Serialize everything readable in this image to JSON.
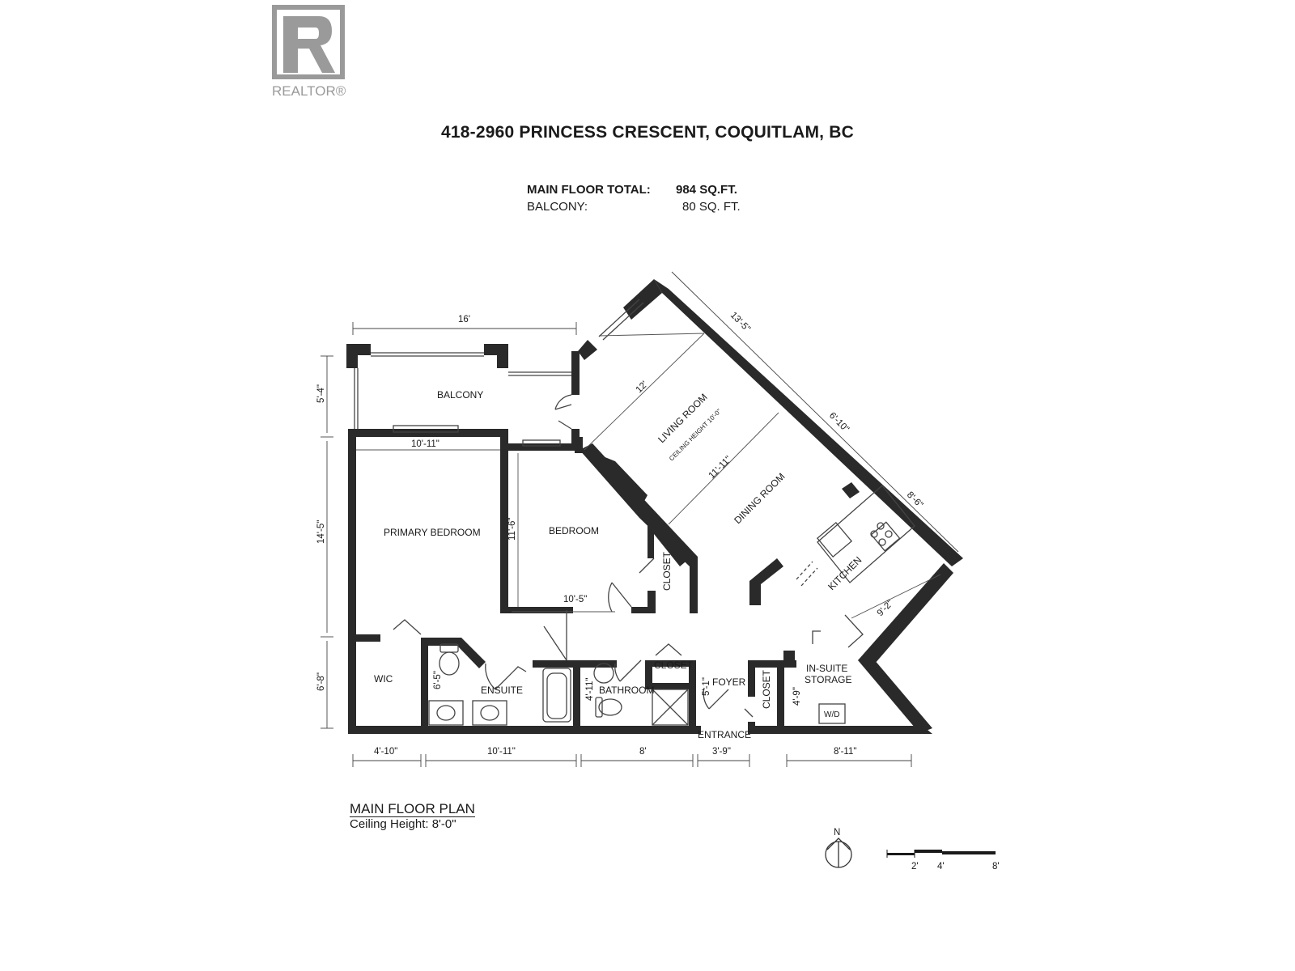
{
  "logo": {
    "brand": "REALTOR®",
    "colors": {
      "gray": "#9a9a9a"
    }
  },
  "header": {
    "address": "418-2960 PRINCESS CRESCENT, COQUITLAM, BC",
    "main_floor_label": "MAIN FLOOR TOTAL:",
    "main_floor_value": "984 SQ.FT.",
    "balcony_label": "BALCONY:",
    "balcony_value": "80 SQ. FT."
  },
  "rooms": {
    "balcony": "BALCONY",
    "living_room": "LIVING ROOM",
    "living_ceiling": "CEILING HEIGHT 10'-0\"",
    "dining_room": "DINING ROOM",
    "primary_bedroom": "PRIMARY BEDROOM",
    "bedroom": "BEDROOM",
    "closet_bedroom": "CLOSET",
    "kitchen": "KITCHEN",
    "wic": "WIC",
    "ensuite": "ENSUITE",
    "bathroom": "BATHROOM",
    "closet_bath": "CLOSET",
    "foyer": "FOYER",
    "closet_foyer": "CLOSET",
    "storage_1": "IN-SUITE",
    "storage_2": "STORAGE",
    "washer_dryer": "W/D",
    "entrance": "ENTRANCE"
  },
  "dimensions": {
    "balcony_width": "16'",
    "balcony_depth": "5'-4\"",
    "living_diag": "13'-5\"",
    "living_12": "12'",
    "dining_diag": "6'-10\"",
    "dining_11": "11'-11\"",
    "kitchen_diag": "8'-6\"",
    "kitchen_9": "9'-2\"",
    "primary_width": "10'-11\"",
    "primary_depth": "14'-5\"",
    "bedroom_depth": "11'-6\"",
    "bedroom_width": "10'-5\"",
    "wic_depth": "6'-8\"",
    "ensuite_depth": "6'-5\"",
    "bathroom_depth": "4'-11\"",
    "foyer_depth": "5'-1\"",
    "storage_depth": "4'-9\"",
    "bottom_wic": "4'-10\"",
    "bottom_ensuite": "10'-11\"",
    "bottom_bath": "8'",
    "bottom_entry": "3'-9\"",
    "bottom_storage": "8'-11\""
  },
  "footer": {
    "plan_title": "MAIN FLOOR PLAN",
    "ceiling_height": "Ceiling Height: 8'-0\"",
    "north": "N",
    "scale_2": "2'",
    "scale_4": "4'",
    "scale_8": "8'"
  }
}
